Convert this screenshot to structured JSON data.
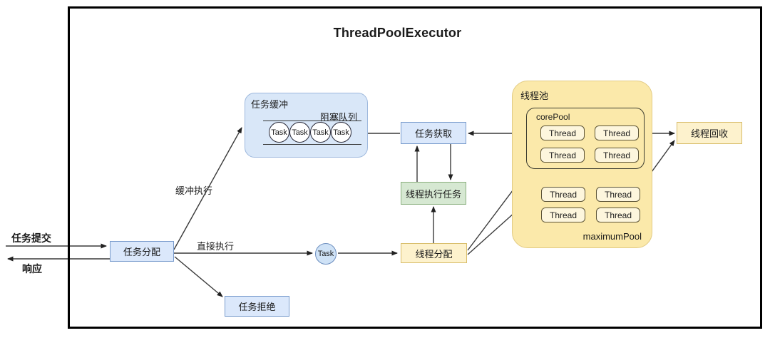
{
  "title": "ThreadPoolExecutor",
  "external": {
    "submit_label": "任务提交",
    "response_label": "响应"
  },
  "edges": {
    "buffered_label": "缓冲执行",
    "direct_label": "直接执行"
  },
  "nodes": {
    "task_dispatch": "任务分配",
    "task_reject": "任务拒绝",
    "task_buffer": {
      "label": "任务缓冲",
      "queue_label": "阻塞队列",
      "tasks": [
        "Task",
        "Task",
        "Task",
        "Task"
      ]
    },
    "task_unit": "Task",
    "task_fetch": "任务获取",
    "thread_execute": "线程执行任务",
    "thread_dispatch": "线程分配",
    "thread_recycle": "线程回收",
    "pool": {
      "label": "线程池",
      "core_label": "corePool",
      "max_label": "maximumPool",
      "core_threads": [
        "Thread",
        "Thread",
        "Thread",
        "Thread"
      ],
      "max_threads": [
        "Thread",
        "Thread",
        "Thread",
        "Thread"
      ]
    }
  },
  "colors": {
    "node_blue_fill": "#dbe8fb",
    "node_blue_border": "#7a9ccd",
    "node_green_fill": "#d6e8d2",
    "node_green_border": "#8ab07e",
    "node_cream_fill": "#fdf2cd",
    "node_cream_border": "#d8bd6a",
    "pool_fill": "#fbe9aa",
    "pool_border": "#e2cb83",
    "thread_fill": "#fdf6dd",
    "thread_border": "#5c5437",
    "buffer_fill": "#d9e7f8",
    "line": "#3a3a3a",
    "frame": "#000000"
  }
}
